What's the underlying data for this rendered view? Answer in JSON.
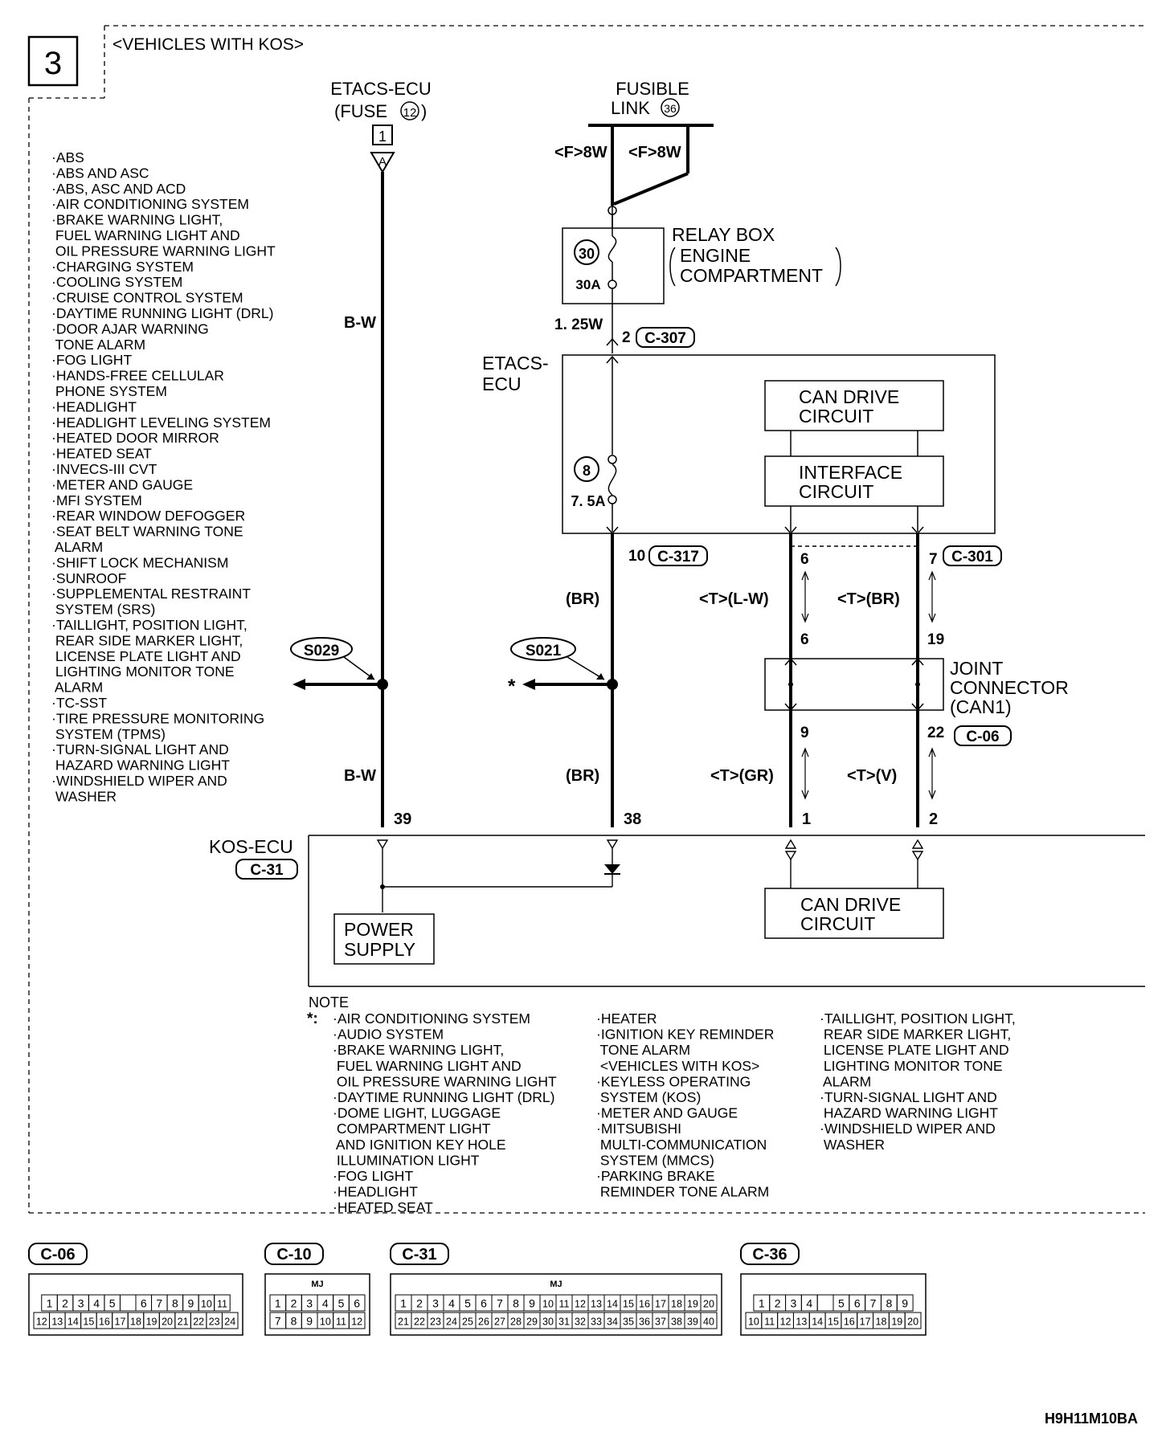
{
  "page": {
    "number": "3",
    "title": "<VEHICLES WITH KOS>",
    "code": "H9H11M10BA"
  },
  "sources": {
    "etacs_fuse": {
      "line1": "ETACS-ECU",
      "line2": "(FUSE",
      "fuse_no": "12",
      "line2_end": ")",
      "box_no": "1",
      "pin": "A"
    },
    "fusible_link": {
      "line1": "FUSIBLE",
      "line2": "LINK",
      "link_no": "36",
      "wire_a": "<F>8W",
      "wire_b": "<F>8W"
    }
  },
  "relay_box": {
    "label_line1": "RELAY BOX",
    "label_line2": "ENGINE",
    "label_line3": "COMPARTMENT",
    "fuse_no": "30",
    "fuse_rating": "30A"
  },
  "wires": {
    "left_bw_top": "B-W",
    "left_bw_bottom": "B-W",
    "w125": "1. 25W",
    "br_top": "(BR)",
    "br_bottom": "(BR)",
    "t_lw": "<T>(L-W)",
    "t_br": "<T>(BR)",
    "t_gr": "<T>(GR)",
    "t_v": "<T>(V)"
  },
  "etacs_ecu": {
    "label_line1": "ETACS-",
    "label_line2": "ECU",
    "fuse_no": "8",
    "fuse_rating": "7. 5A",
    "can_drive_line1": "CAN DRIVE",
    "can_drive_line2": "CIRCUIT",
    "interface_line1": "INTERFACE",
    "interface_line2": "CIRCUIT"
  },
  "pins": {
    "p2": "2",
    "c307": "C-307",
    "p10": "10",
    "c317": "C-317",
    "p6a": "6",
    "p7": "7",
    "c301": "C-301",
    "p6b": "6",
    "p19": "19",
    "p9": "9",
    "p22": "22",
    "c06": "C-06",
    "p39": "39",
    "p38": "38",
    "p1": "1",
    "p2b": "2"
  },
  "splices": {
    "s029": "S029",
    "s021": "S021",
    "star": "*"
  },
  "joint_connector": {
    "line1": "JOINT",
    "line2": "CONNECTOR",
    "line3": "(CAN1)"
  },
  "kos_ecu": {
    "label": "KOS-ECU",
    "connector": "C-31",
    "power_line1": "POWER",
    "power_line2": "SUPPLY",
    "can_line1": "CAN DRIVE",
    "can_line2": "CIRCUIT"
  },
  "systems_list": [
    "·ABS",
    "·ABS AND ASC",
    "·ABS, ASC AND ACD",
    "·AIR CONDITIONING SYSTEM",
    "·BRAKE WARNING LIGHT,",
    " FUEL WARNING LIGHT AND",
    " OIL PRESSURE WARNING LIGHT",
    "·CHARGING SYSTEM",
    "·COOLING SYSTEM",
    "·CRUISE CONTROL SYSTEM",
    "·DAYTIME RUNNING LIGHT (DRL)",
    "·DOOR AJAR WARNING",
    " TONE ALARM",
    "·FOG LIGHT",
    "·HANDS-FREE CELLULAR",
    " PHONE SYSTEM",
    "·HEADLIGHT",
    "·HEADLIGHT LEVELING SYSTEM",
    "·HEATED DOOR MIRROR",
    "·HEATED SEAT",
    "·INVECS-III CVT",
    "·METER AND GAUGE",
    "·MFI SYSTEM",
    "·REAR WINDOW DEFOGGER",
    "·SEAT BELT WARNING TONE",
    " ALARM",
    "·SHIFT LOCK MECHANISM",
    "·SUNROOF",
    "·SUPPLEMENTAL RESTRAINT",
    " SYSTEM (SRS)",
    "·TAILLIGHT, POSITION LIGHT,",
    " REAR SIDE MARKER LIGHT,",
    " LICENSE PLATE LIGHT AND",
    " LIGHTING MONITOR TONE",
    " ALARM",
    "·TC-SST",
    "·TIRE PRESSURE MONITORING",
    " SYSTEM (TPMS)",
    "·TURN-SIGNAL LIGHT AND",
    " HAZARD WARNING LIGHT",
    "·WINDSHIELD WIPER AND",
    " WASHER"
  ],
  "note": {
    "title": "NOTE",
    "marker": "*:",
    "col1": [
      "·AIR CONDITIONING SYSTEM",
      "·AUDIO SYSTEM",
      "·BRAKE WARNING LIGHT,",
      " FUEL WARNING LIGHT AND",
      " OIL PRESSURE WARNING LIGHT",
      "·DAYTIME RUNNING LIGHT (DRL)",
      "·DOME LIGHT, LUGGAGE",
      " COMPARTMENT LIGHT",
      " AND IGNITION KEY HOLE",
      " ILLUMINATION LIGHT",
      "·FOG LIGHT",
      "·HEADLIGHT",
      "·HEATED SEAT"
    ],
    "col2": [
      "·HEATER",
      "·IGNITION KEY REMINDER",
      " TONE ALARM",
      " <VEHICLES WITH KOS>",
      "·KEYLESS OPERATING",
      " SYSTEM (KOS)",
      "·METER AND GAUGE",
      "·MITSUBISHI",
      " MULTI-COMMUNICATION",
      " SYSTEM (MMCS)",
      "·PARKING BRAKE",
      " REMINDER TONE ALARM"
    ],
    "col3": [
      "·TAILLIGHT, POSITION LIGHT,",
      " REAR SIDE MARKER LIGHT,",
      " LICENSE PLATE LIGHT AND",
      " LIGHTING MONITOR TONE",
      " ALARM",
      "·TURN-SIGNAL LIGHT AND",
      " HAZARD WARNING LIGHT",
      "·WINDSHIELD WIPER AND",
      " WASHER"
    ]
  },
  "connectors": [
    {
      "name": "C-06",
      "row1": [
        "1",
        "2",
        "3",
        "4",
        "5",
        "",
        "6",
        "7",
        "8",
        "9",
        "10",
        "11"
      ],
      "row2": [
        "12",
        "13",
        "14",
        "15",
        "16",
        "17",
        "18",
        "19",
        "20",
        "21",
        "22",
        "23",
        "24"
      ]
    },
    {
      "name": "C-10",
      "mark": "MJ",
      "row1": [
        "1",
        "2",
        "3",
        "4",
        "5",
        "6"
      ],
      "row2": [
        "7",
        "8",
        "9",
        "10",
        "11",
        "12"
      ]
    },
    {
      "name": "C-31",
      "mark": "MJ",
      "row1": [
        "1",
        "2",
        "3",
        "4",
        "5",
        "6",
        "7",
        "8",
        "9",
        "10",
        "11",
        "12",
        "13",
        "14",
        "15",
        "16",
        "17",
        "18",
        "19",
        "20"
      ],
      "row2": [
        "21",
        "22",
        "23",
        "24",
        "25",
        "26",
        "27",
        "28",
        "29",
        "30",
        "31",
        "32",
        "33",
        "34",
        "35",
        "36",
        "37",
        "38",
        "39",
        "40"
      ]
    },
    {
      "name": "C-36",
      "row1": [
        "1",
        "2",
        "3",
        "4",
        "",
        "5",
        "6",
        "7",
        "8",
        "9"
      ],
      "row2": [
        "10",
        "11",
        "12",
        "13",
        "14",
        "15",
        "16",
        "17",
        "18",
        "19",
        "20"
      ]
    }
  ]
}
